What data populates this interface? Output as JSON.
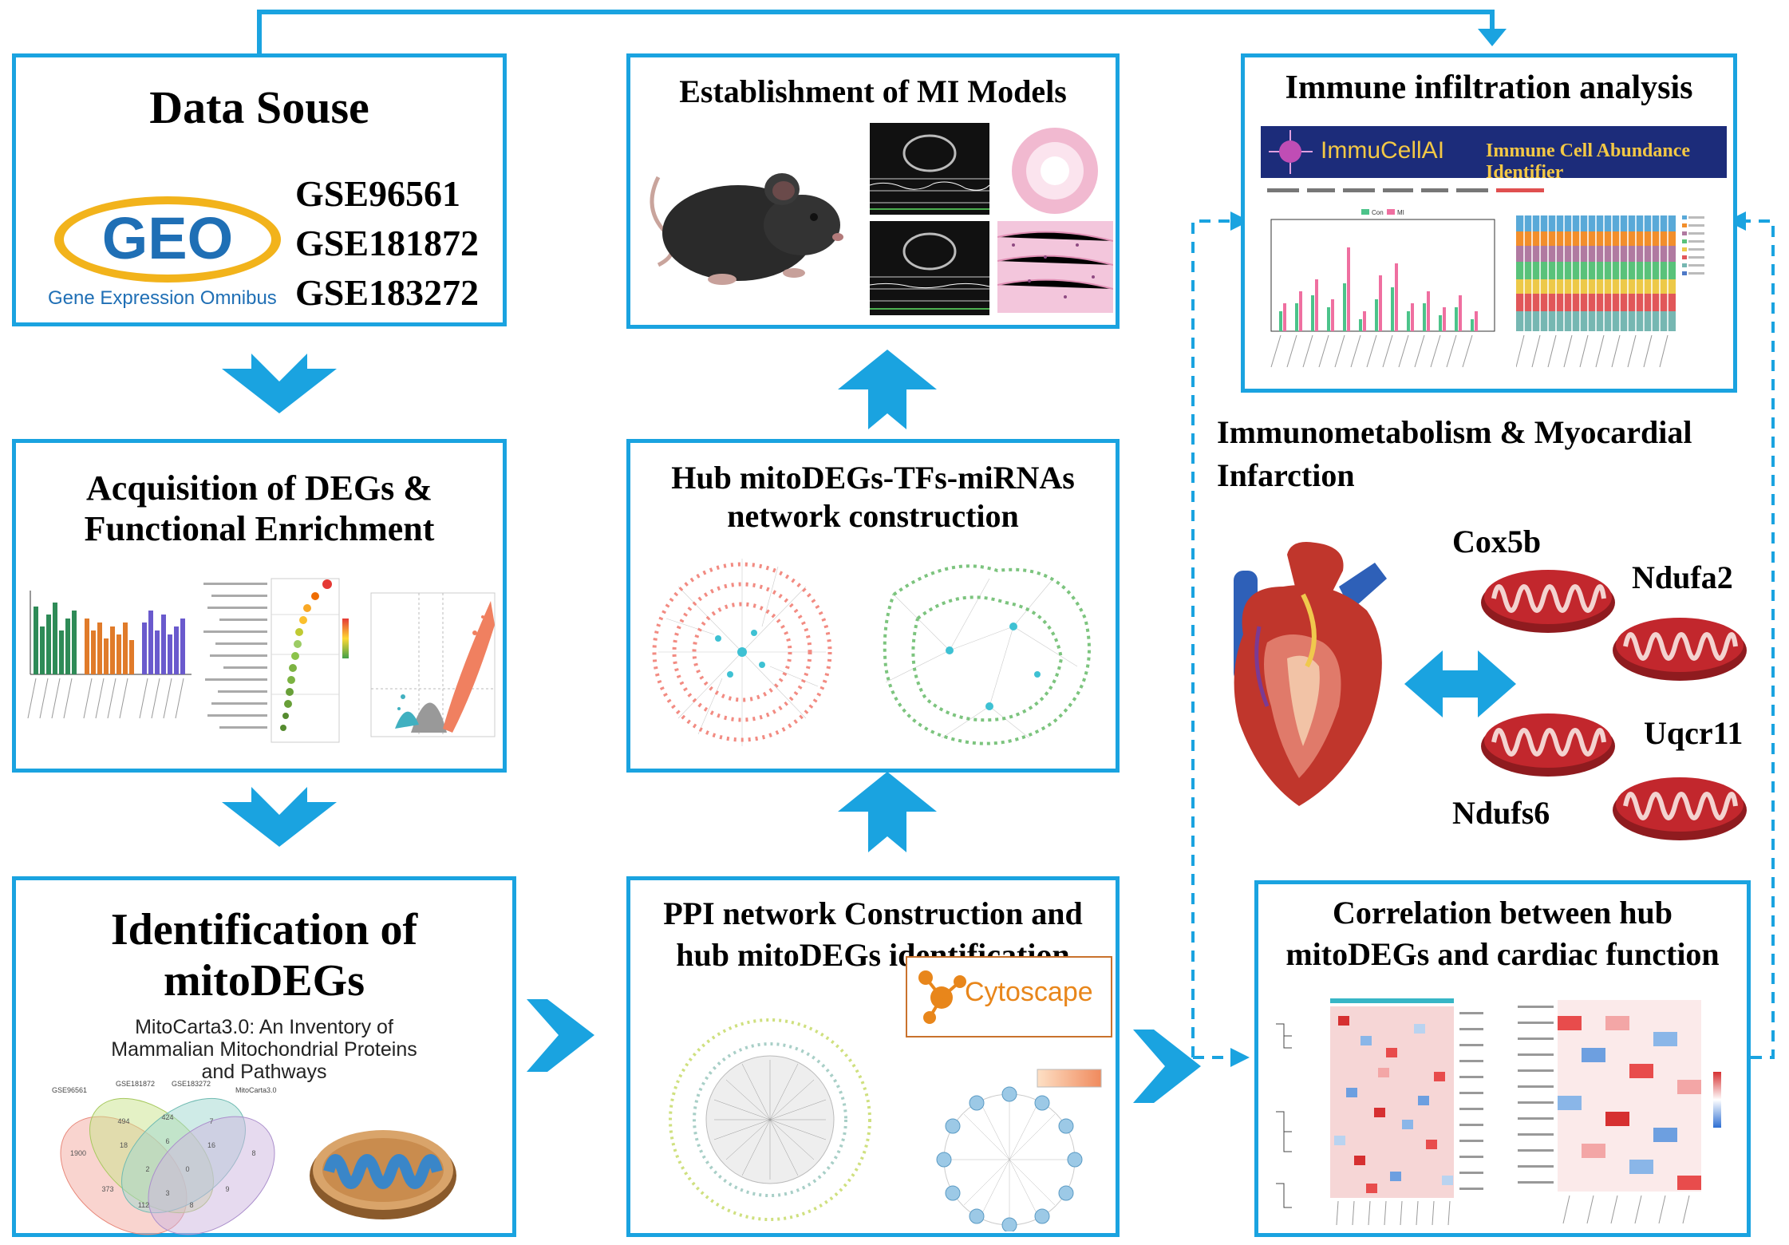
{
  "colors": {
    "accent": "#1aa3e0",
    "mito": "#c2272d",
    "geo_blue": "#1f6fb5",
    "geo_yellow": "#f2b31b"
  },
  "data_source": {
    "title": "Data Souse",
    "geo_logo": "GEO",
    "geo_caption": "Gene Expression Omnibus",
    "datasets": [
      "GSE96561",
      "GSE181872",
      "GSE183272"
    ]
  },
  "degs": {
    "title_lines": [
      "Acquisition of DEGs &",
      "Functional Enrichment"
    ]
  },
  "mito": {
    "title_lines": [
      "Identification of",
      "mitoDEGs"
    ],
    "mitocarta_lines": [
      "MitoCarta3.0: An Inventory of",
      "Mammalian Mitochondrial Proteins",
      "and Pathways"
    ],
    "venn_sets": [
      "GSE96561",
      "GSE181872",
      "GSE183272",
      "MitoCarta3.0"
    ],
    "venn_counts": [
      "1900",
      "494",
      "424",
      "7",
      "8",
      "18",
      "6",
      "373",
      "2",
      "0",
      "9",
      "16",
      "3",
      "112",
      "8"
    ]
  },
  "mi_models": {
    "title": "Establishment of MI Models"
  },
  "hub_network": {
    "title_lines": [
      "Hub mitoDEGs-TFs-miRNAs",
      "network construction"
    ]
  },
  "ppi": {
    "title_lines": [
      "PPI network Construction and",
      "hub mitoDEGs identification"
    ],
    "cytoscape_label": "Cytoscape"
  },
  "immune": {
    "title": "Immune infiltration analysis",
    "banner_left": "ImmuCellAI",
    "banner_right": "Immune Cell Abundance Identifier",
    "legend": [
      "Con",
      "MI"
    ]
  },
  "immunometabolism": {
    "title_lines": [
      "Immunometabolism & Myocardial",
      "Infarction"
    ],
    "genes": [
      "Cox5b",
      "Ndufa2",
      "Uqcr11",
      "Ndufs6"
    ]
  },
  "correlation": {
    "title_lines": [
      "Correlation between hub",
      "mitoDEGs and cardiac function"
    ]
  }
}
